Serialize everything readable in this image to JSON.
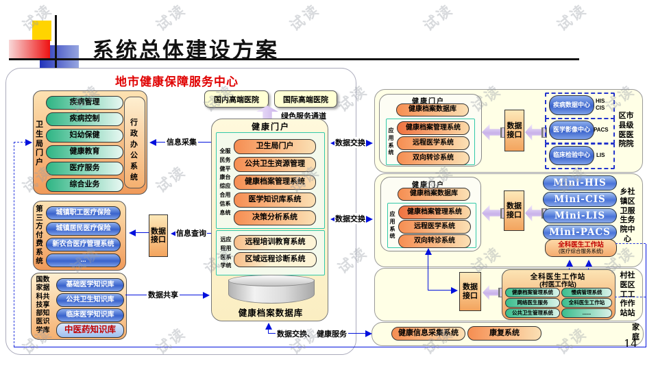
{
  "watermark": {
    "text": "试读"
  },
  "page": {
    "title": "系统总体建设方案",
    "subtitle": "地市健康保障服务中心",
    "number": "14"
  },
  "colors": {
    "accent_red": "#e00000",
    "line_blue": "#0010dd",
    "teal_border": "#2fc8a8"
  },
  "labels": {
    "info_collect": "信息采集",
    "info_query": "信息查询",
    "data_share": "数据共享",
    "data_exchange": "数据交换",
    "exchange_and_service": "数据交换、 健康服务",
    "green_channel": "绿色服务通道",
    "data_interface": "数据接口"
  },
  "top_boxes": {
    "domestic": "国内高端医院",
    "international": "国际高端医院"
  },
  "left": {
    "bureau": {
      "side_label": "卫生局门户",
      "items": [
        "疾病管理",
        "疾病控制",
        "妇幼保健",
        "健康教育",
        "医疗服务",
        "综合业务"
      ],
      "admin_label": "行政办公系统"
    },
    "third_party": {
      "side_label": "第三方付费系统",
      "items": [
        "城镇职工医疗保险",
        "城镇居民医疗保险",
        "新农合医疗管理系统",
        "..."
      ]
    },
    "knowledge": {
      "side_label": "国数家据科共技享部知医识学库",
      "items": [
        "基础医学知识库",
        "公共卫生知识库",
        "临床医学知识库",
        "中医药知识库"
      ]
    }
  },
  "center": {
    "header": "健康门户",
    "platform_label": "全服民务健平康台综应合用信系息统",
    "platform_items": [
      "卫生局门户",
      "公共卫生资源管理",
      "健康档案管理系统",
      "医学知识库系统",
      "决策分析系统"
    ],
    "remote_label": "远应程用医系学统",
    "remote_items": [
      "远程培训教育系统",
      "区域远程诊断系统"
    ],
    "db_label": "健康档案数据库"
  },
  "right": {
    "row1": {
      "portal": {
        "header": "健康门户",
        "db": "健康档案数据库",
        "app_label": "应用系统",
        "items": [
          "健康档案管理系统",
          "远程医学系统",
          "双向转诊系统"
        ]
      },
      "centers": [
        {
          "name": "疾病数据中心",
          "tag": "HIS CIS"
        },
        {
          "name": "医学影像中心",
          "tag": "PACS"
        },
        {
          "name": "临床检验中心",
          "tag": "LIS"
        }
      ],
      "side_label": "区市县级医医院院"
    },
    "row2": {
      "portal": {
        "header": "健康门户",
        "db": "健康档案数据库",
        "app_label": "应用系统",
        "items": [
          "健康档案管理系统",
          "远程医学系统",
          "双向转诊系统"
        ]
      },
      "minis": [
        "Mini-HIS",
        "Mini-CIS",
        "Mini-LIS",
        "Mini-PACS"
      ],
      "gp": {
        "line1": "全科医生工作站",
        "line2": "(医疗综合服务系统)"
      },
      "side_label": "乡社镇区卫服生务院中　心"
    },
    "row3": {
      "station": {
        "title": "全科医生工作站",
        "subtitle": "(村医工作站)",
        "items": [
          "健康档案管理系统",
          "慢病管理系统",
          "网络医生服务",
          "全科医生工作站",
          "公共卫生管理系统",
          "......"
        ]
      },
      "side_label": "村社医区工工作作站站"
    },
    "strip": {
      "items": [
        "健康信息采集系统",
        "康复系统"
      ],
      "side_label": "家庭"
    }
  }
}
